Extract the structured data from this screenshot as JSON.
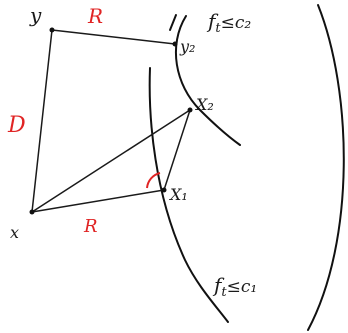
{
  "labels": {
    "y": "y",
    "y2": "y₂",
    "x": "x",
    "x1": "X₁",
    "x2": "X₂",
    "r_top": "R",
    "r_bottom": "R",
    "d_left": "D",
    "level_upper": "f",
    "level_upper_sub": "t",
    "level_upper_rel": "≤c₂",
    "level_lower": "f",
    "level_lower_sub": "t",
    "level_lower_rel": "≤c₁"
  },
  "colors": {
    "ink": "#1a1a1a",
    "accent": "#e02424"
  }
}
